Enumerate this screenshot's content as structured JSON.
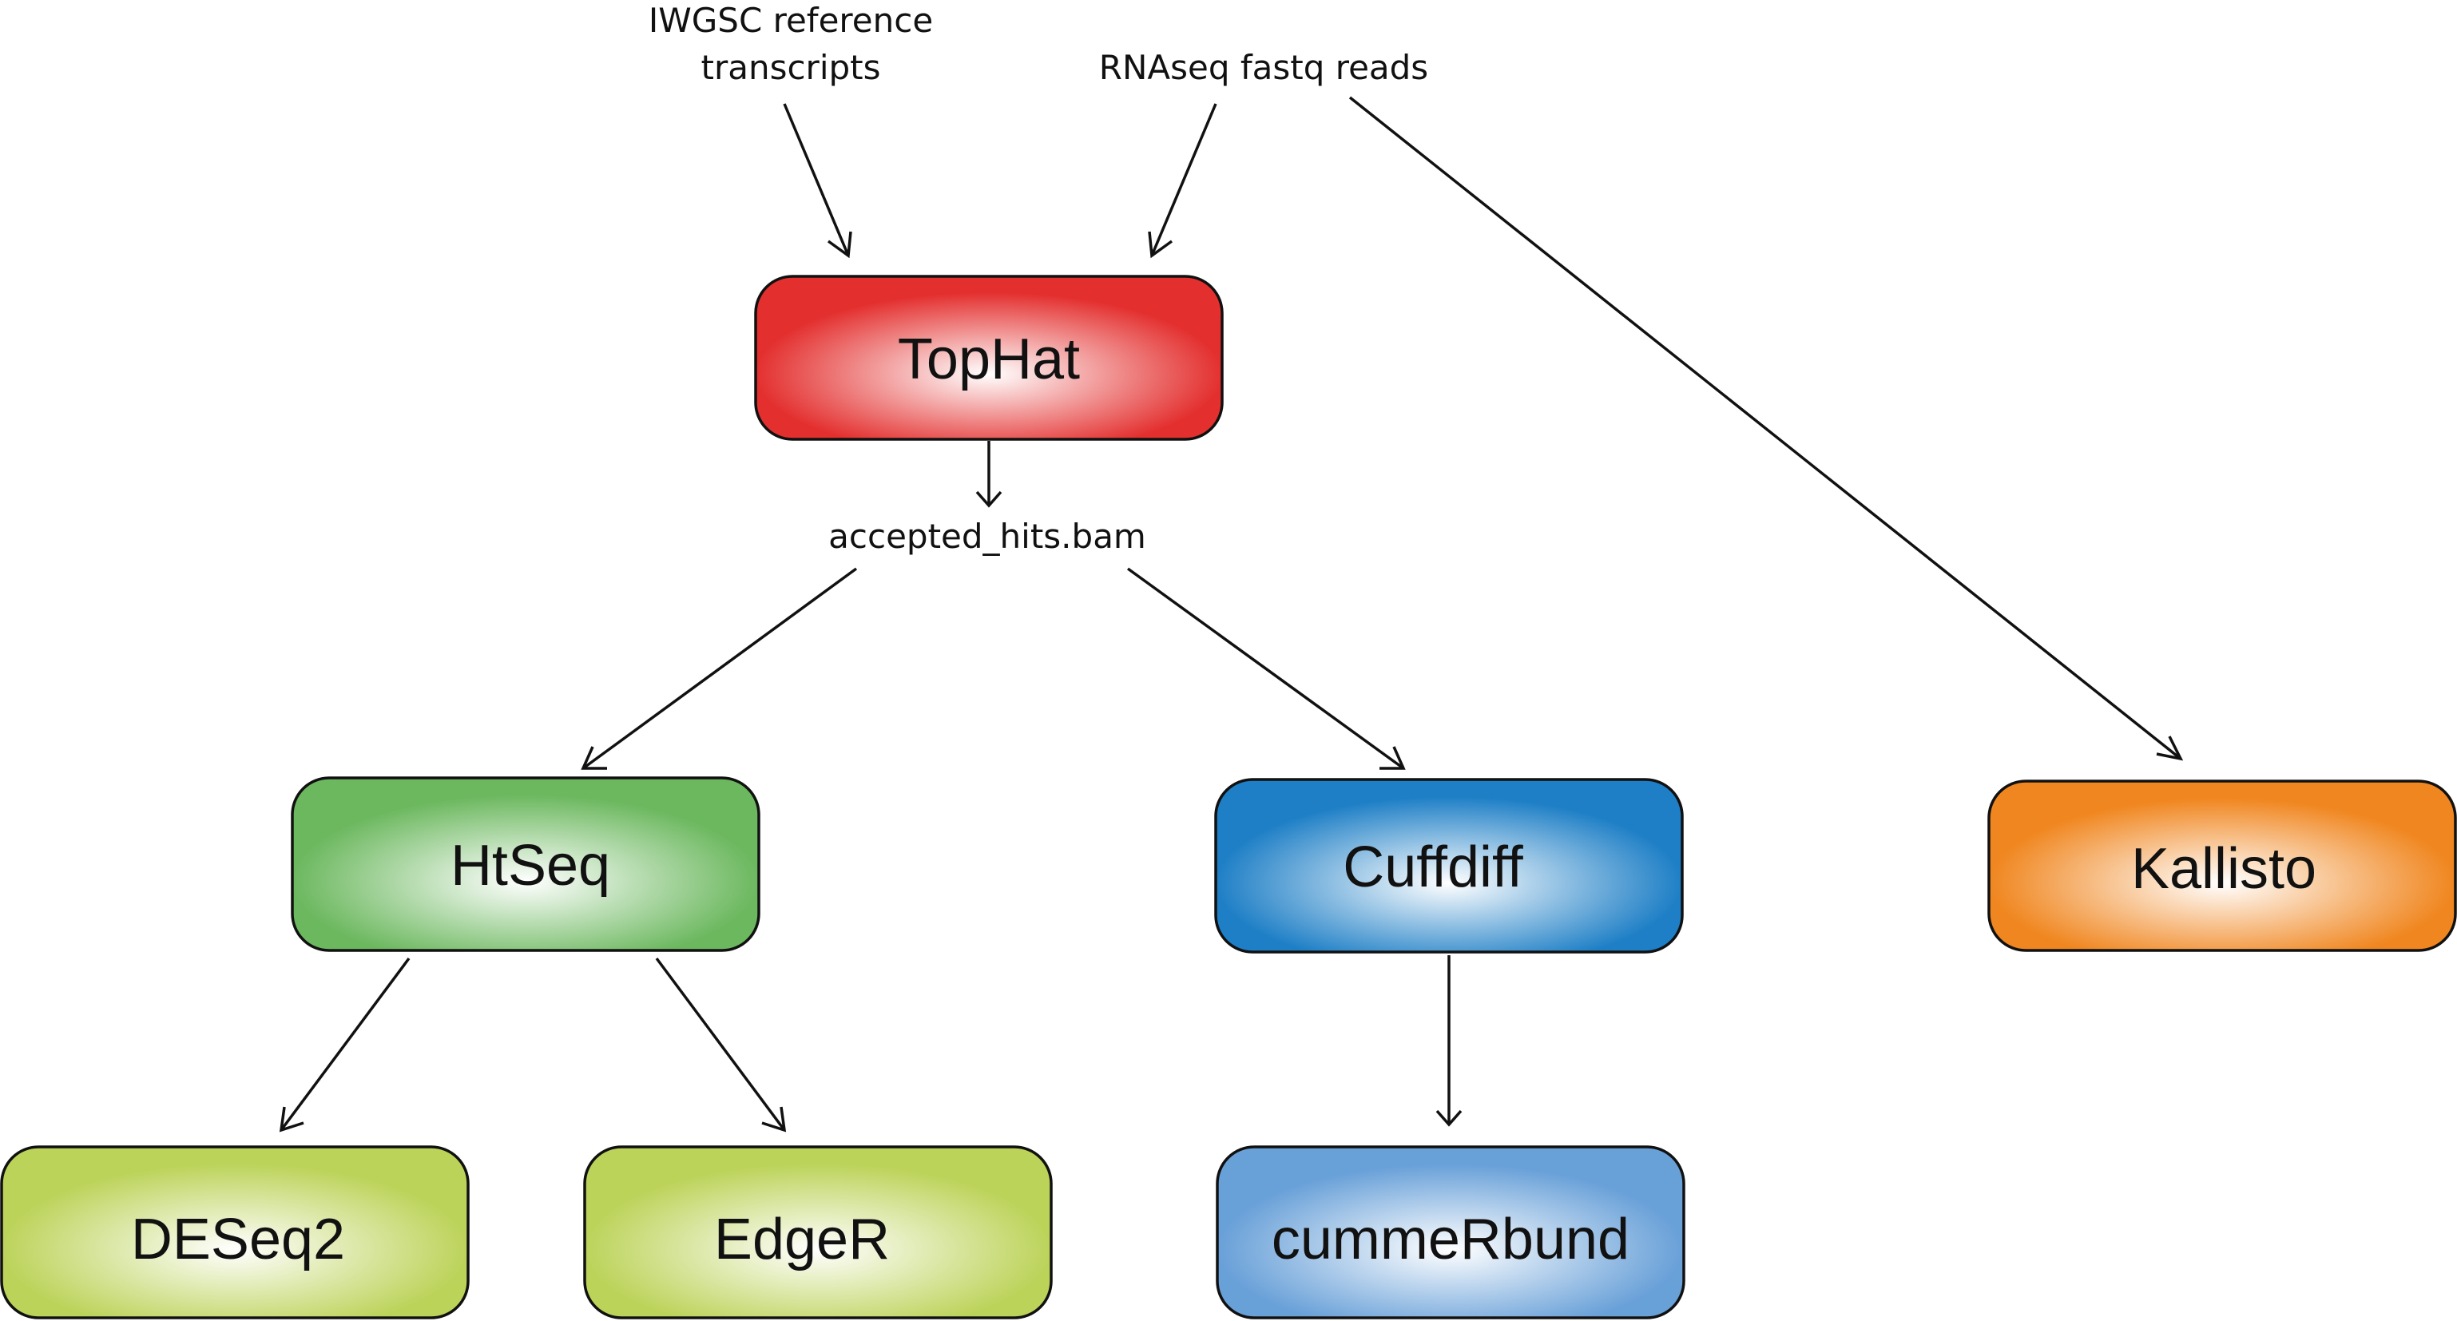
{
  "inputs": {
    "reference_line1": "IWGSC reference",
    "reference_line2": "transcripts",
    "reads": "RNAseq fastq reads",
    "intermediate": "accepted_hits.bam"
  },
  "nodes": {
    "tophat": {
      "label": "TopHat",
      "color": "#e3302f"
    },
    "htseq": {
      "label": "HtSeq",
      "color": "#6cb85f"
    },
    "cuffdiff": {
      "label": "Cuffdiff",
      "color": "#1e7fc6"
    },
    "kallisto": {
      "label": "Kallisto",
      "color": "#f0861f"
    },
    "deseq2": {
      "label": "DESeq2",
      "color": "#bcd35a"
    },
    "edger": {
      "label": "EdgeR",
      "color": "#bcd35a"
    },
    "cummerbund": {
      "label": "cummeRbund",
      "color": "#68a0d8"
    }
  }
}
